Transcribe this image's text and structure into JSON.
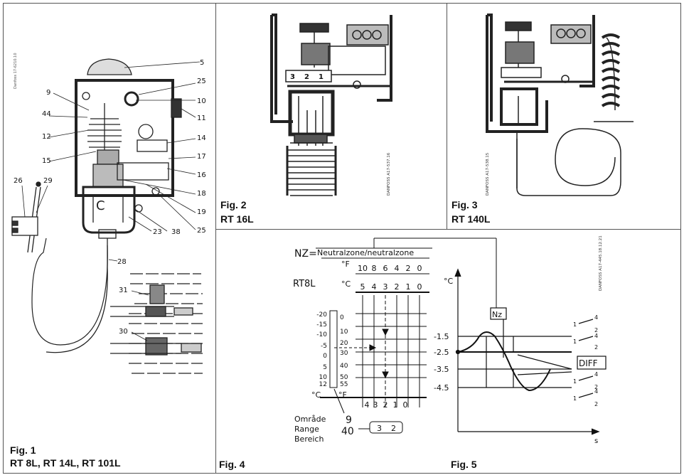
{
  "fig1": {
    "title": "Fig. 1",
    "subtitle": "RT 8L, RT 14L, RT 101L",
    "callouts": [
      "5",
      "25",
      "9",
      "10",
      "44",
      "11",
      "12",
      "14",
      "15",
      "17",
      "16",
      "18",
      "19",
      "25",
      "23",
      "38",
      "26",
      "29",
      "28",
      "31",
      "30"
    ],
    "stamp": "Danfoss\n17-6210.10"
  },
  "fig2": {
    "title": "Fig. 2",
    "subtitle": "RT 16L",
    "digits": [
      "3",
      "2",
      "1"
    ],
    "stamp": "DANFOSS A17-537.16"
  },
  "fig3": {
    "title": "Fig. 3",
    "subtitle": "RT 140L",
    "stamp": "DANFOSS A17-538.15"
  },
  "fig4": {
    "title": "Fig. 4",
    "nz_label": "NZ=",
    "nz_text": "Neutralzone/neutralzone",
    "model": "RT8L",
    "unit_f": "°F",
    "unit_c": "°C",
    "f_scale": [
      "10",
      "8",
      "6",
      "4",
      "2",
      "0"
    ],
    "c_scale": [
      "5",
      "4",
      "3",
      "2",
      "1",
      "0"
    ],
    "left_c": [
      "-20",
      "-15",
      "-10",
      "-5",
      "0",
      "5",
      "10",
      "12"
    ],
    "left_f": [
      "0",
      "10",
      "20",
      "30",
      "40",
      "50",
      "55"
    ],
    "axis_c": "°C",
    "axis_f": "°F",
    "bottom": [
      "4",
      "3",
      "2",
      "1",
      "0"
    ],
    "range_words": [
      "Område",
      "Range",
      "Bereich"
    ],
    "callout_9": "9",
    "callout_40": "40",
    "dial": [
      "3",
      "2"
    ]
  },
  "fig5": {
    "title": "Fig. 5",
    "y_unit": "°C",
    "x_unit": "s",
    "nz": "Nz",
    "diff": "DIFF",
    "levels": [
      "-1.5",
      "-2.5",
      "-3.5",
      "-4.5"
    ],
    "switch": [
      "1",
      "4",
      "2"
    ],
    "stamp": "DANFOSS A17-445.18.12.21"
  }
}
